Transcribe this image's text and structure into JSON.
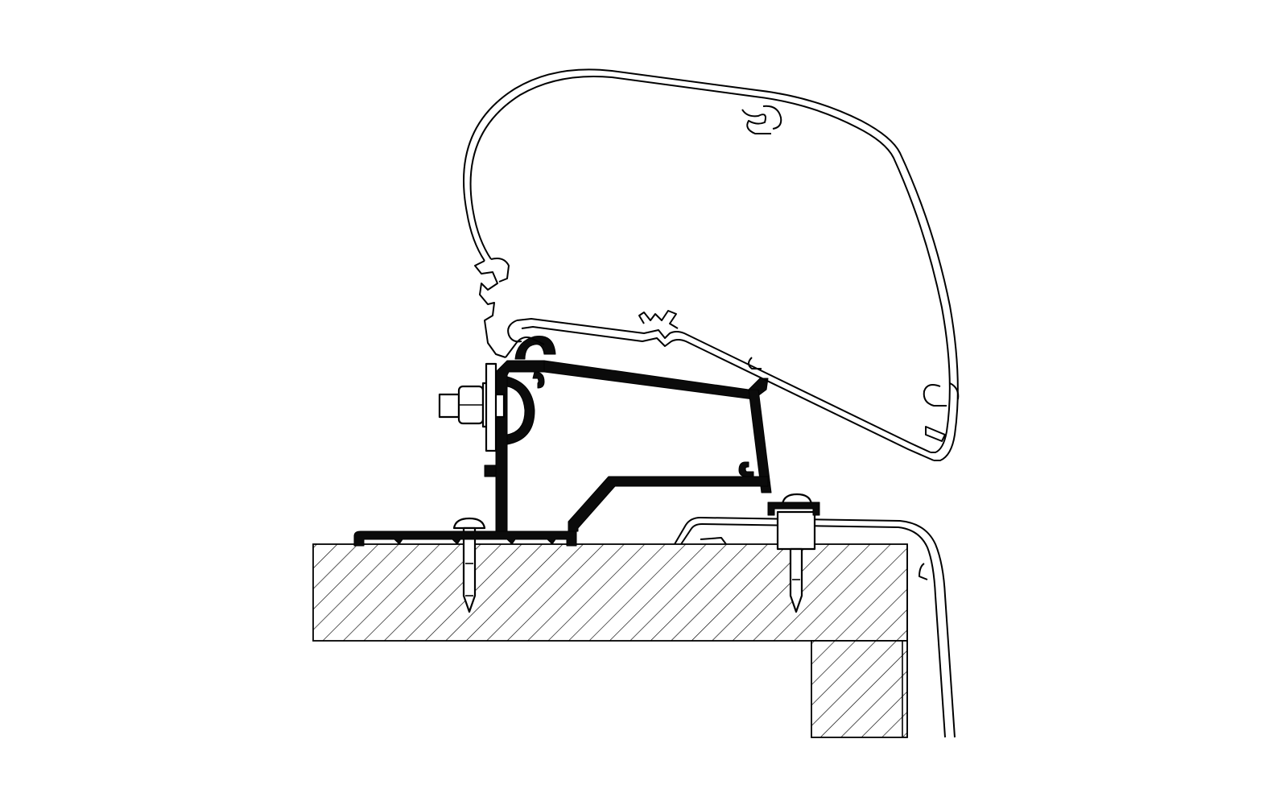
{
  "diagram": {
    "components": [
      {
        "name": "awning-housing-profile",
        "shape": "outline"
      },
      {
        "name": "adapter-rail",
        "shape": "solid"
      },
      {
        "name": "bolt-nut-assembly",
        "shape": "outline"
      },
      {
        "name": "roof-section",
        "shape": "hatched"
      },
      {
        "name": "wall-section",
        "shape": "hatched"
      },
      {
        "name": "roof-edge-trim",
        "shape": "outline"
      },
      {
        "name": "screw-left",
        "shape": "outline"
      },
      {
        "name": "screw-right",
        "shape": "outline"
      }
    ],
    "colors": {
      "background": "#ffffff",
      "line": "#000000",
      "solid_fill": "#0b0b0b"
    }
  }
}
